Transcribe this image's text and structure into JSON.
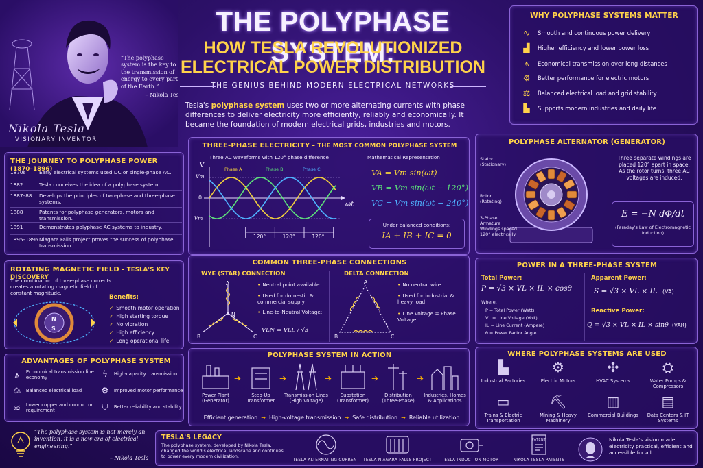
{
  "header": {
    "title_line1": "THE POLYPHASE SYSTEM:",
    "title_line2": "HOW TESLA REVOLUTIONIZED",
    "title_line3": "ELECTRICAL POWER DISTRIBUTION",
    "subtitle": "THE GENIUS BEHIND MODERN ELECTRICAL NETWORKS",
    "intro_pre": "Tesla's ",
    "intro_bold": "polyphase system",
    "intro_post": " uses two or more alternating currents with phase differences to deliver electricity more efficiently, reliably and economically. It became the foundation of modern electrical grids, industries and motors."
  },
  "portrait": {
    "quote": "“The polyphase system is the key to the transmission of energy to every part of the Earth.”",
    "quote_author": "– Nikola Tesla",
    "signature": "Nikola Tesla",
    "caption": "VISIONARY INVENTOR"
  },
  "why": {
    "title": "WHY POLYPHASE SYSTEMS MATTER",
    "items": [
      {
        "icon": "sine-wave-icon",
        "text": "Smooth and continuous power delivery"
      },
      {
        "icon": "bar-chart-icon",
        "text": "Higher efficiency and lower power loss"
      },
      {
        "icon": "pylon-icon",
        "text": "Economical transmission over long distances"
      },
      {
        "icon": "motor-icon",
        "text": "Better performance for electric motors"
      },
      {
        "icon": "scale-icon",
        "text": "Balanced electrical load and grid stability"
      },
      {
        "icon": "factory-icon",
        "text": "Supports modern industries and daily life"
      }
    ]
  },
  "journey": {
    "title": "THE JOURNEY TO POLYPHASE POWER",
    "title_years": "(1870–1896)",
    "items": [
      {
        "year": "1870s",
        "text": "Early electrical systems used DC or single-phase AC."
      },
      {
        "year": "1882",
        "text": "Tesla conceives the idea of a polyphase system."
      },
      {
        "year": "1887–88",
        "text": "Develops the principles of two-phase and three-phase systems."
      },
      {
        "year": "1888",
        "text": "Patents for polyphase generators, motors and transmission."
      },
      {
        "year": "1891",
        "text": "Demonstrates polyphase AC systems to industry."
      },
      {
        "year": "1895–1896",
        "text": "Niagara Falls project proves the success of polyphase transmission."
      }
    ]
  },
  "three_phase": {
    "title": "THREE-PHASE ELECTRICITY",
    "title_sub": " – THE MOST COMMON POLYPHASE SYSTEM",
    "caption": "Three AC waveforms with 120° phase difference",
    "phase_a": "Phase A",
    "phase_b": "Phase B",
    "phase_c": "Phase C",
    "axis_v": "V",
    "axis_vm": "Vm",
    "axis_zero": "0",
    "axis_neg_vm": "–Vm",
    "axis_wt": "ωt",
    "spacing": [
      "120°",
      "120°",
      "120°"
    ],
    "math_title": "Mathematical Representation",
    "eq_a": "VA = Vm sin(ωt)",
    "eq_b": "VB = Vm sin(ωt − 120°)",
    "eq_c": "VC = Vm sin(ωt − 240°)",
    "balanced_label": "Under balanced conditions:",
    "balanced_eq": "IA + IB + IC = 0",
    "colors": {
      "a": "#f4d23c",
      "b": "#5ce07a",
      "c": "#4fb2ff"
    }
  },
  "alternator": {
    "title": "POLYPHASE ALTERNATOR (GENERATOR)",
    "stator": "Stator (Stationary)",
    "rotor": "Rotor (Rotating)",
    "windings": "3-Phase Armature Windings spaced 120° electrically",
    "desc": "Three separate windings are placed 120° apart in space. As the rotor turns, three AC voltages are induced.",
    "formula": "E = −N dΦ/dt",
    "formula_caption": "(Faraday's Law of Electromagnetic Induction)"
  },
  "rmf": {
    "title": "ROTATING MAGNETIC FIELD",
    "title_sub": " – TESLA'S KEY DISCOVERY",
    "desc": "The combination of three-phase currents creates a rotating magnetic field of constant magnitude.",
    "benefits_title": "Benefits:",
    "benefits": [
      "Smooth motor operation",
      "High starting torque",
      "No vibration",
      "High efficiency",
      "Long operational life"
    ],
    "n": "N",
    "s": "S"
  },
  "connections": {
    "title": "COMMON THREE-PHASE CONNECTIONS",
    "wye_title": "WYE (STAR) CONNECTION",
    "wye_points": [
      "Neutral point available",
      "Used for domestic & commercial supply",
      "Line-to-Neutral Voltage:"
    ],
    "wye_formula": "VLN = VLL / √3",
    "delta_title": "DELTA CONNECTION",
    "delta_points": [
      "No neutral wire",
      "Used for industrial & heavy load",
      "Line Voltage = Phase Voltage"
    ],
    "labels": {
      "a": "A",
      "b": "B",
      "c": "C",
      "n": "N"
    }
  },
  "power": {
    "title": "POWER IN A THREE-PHASE SYSTEM",
    "total_title": "Total Power:",
    "total_formula": "P = √3 × VL × IL × cosθ",
    "where": "Where,",
    "defs": [
      "P = Total Power (Watt)",
      "VL = Line Voltage (Volt)",
      "IL = Line Current (Ampere)",
      "θ = Power Factor Angle"
    ],
    "apparent_title": "Apparent Power:",
    "apparent_formula": "S = √3 × VL × IL",
    "apparent_unit": "(VA)",
    "reactive_title": "Reactive Power:",
    "reactive_formula": "Q = √3 × VL × IL × sinθ",
    "reactive_unit": "(VAR)"
  },
  "advantages": {
    "title": "ADVANTAGES OF POLYPHASE SYSTEM",
    "left": [
      "Economical transmission line economy",
      "Balanced electrical load",
      "Lower copper and conductor requirement"
    ],
    "right": [
      "High-capacity transmission",
      "Improved motor performance",
      "Better reliability and stability"
    ]
  },
  "action": {
    "title": "POLYPHASE SYSTEM IN ACTION",
    "steps": [
      "Power Plant (Generator)",
      "Step-Up Transformer",
      "Transmission Lines (High Voltage)",
      "Substation (Transformer)",
      "Distribution (Three-Phase)",
      "Industries, Homes & Applications"
    ],
    "footer": [
      "Efficient generation",
      "High-voltage transmission",
      "Safe distribution",
      "Reliable utilization"
    ]
  },
  "uses": {
    "title": "WHERE POLYPHASE SYSTEMS ARE USED",
    "items": [
      "Industrial Factories",
      "Electric Motors",
      "HVAC Systems",
      "Water Pumps & Compressors",
      "Trains & Electric Transportation",
      "Mining & Heavy Machinery",
      "Commercial Buildings",
      "Data Centers & IT Systems"
    ]
  },
  "bottom_quote": {
    "text": "“The polyphase system is not merely an invention, it is a new era of electrical engineering.”",
    "author": "– Nikola Tesla"
  },
  "legacy": {
    "title": "TESLA'S LEGACY",
    "desc": "The polyphase system, developed by Nikola Tesla, changed the world's electrical landscape and continues to power every modern civilization.",
    "items": [
      "TESLA ALTERNATING CURRENT",
      "TESLA NIAGARA FALLS PROJECT",
      "TESLA INDUCTION MOTOR",
      "NIKOLA TESLA PATENTS"
    ],
    "patent_label": "PATENT",
    "closing": "Nikola Tesla's vision made electricity practical, efficient and accessible for all."
  }
}
